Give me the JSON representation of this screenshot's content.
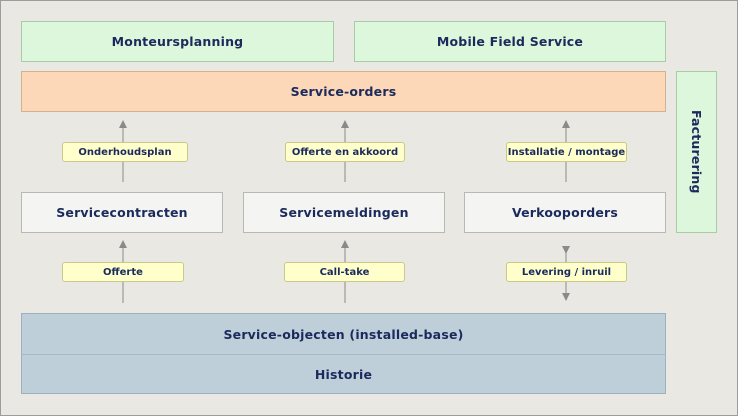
{
  "top": {
    "monteursplanning": "Monteursplanning",
    "mobile_field_service": "Mobile Field Service"
  },
  "service_orders": "Service-orders",
  "facturering": "Facturering",
  "upper_labels": {
    "onderhoudsplan": "Onderhoudsplan",
    "offerte_akkoord": "Offerte en akkoord",
    "installatie": "Installatie / montage"
  },
  "middle": {
    "servicecontracten": "Servicecontracten",
    "servicemeldingen": "Servicemeldingen",
    "verkooporders": "Verkooporders"
  },
  "lower_labels": {
    "offerte": "Offerte",
    "call_take": "Call-take",
    "levering": "Levering / inruil"
  },
  "bottom": {
    "service_objecten": "Service-objecten (installed-base)",
    "historie": "Historie"
  },
  "colors": {
    "green": "#dcf7dc",
    "orange": "#fcd7b8",
    "neutral": "#f4f4f2",
    "blue": "#bfcfda",
    "label": "#ffffcc",
    "text": "#1b2a5c"
  }
}
